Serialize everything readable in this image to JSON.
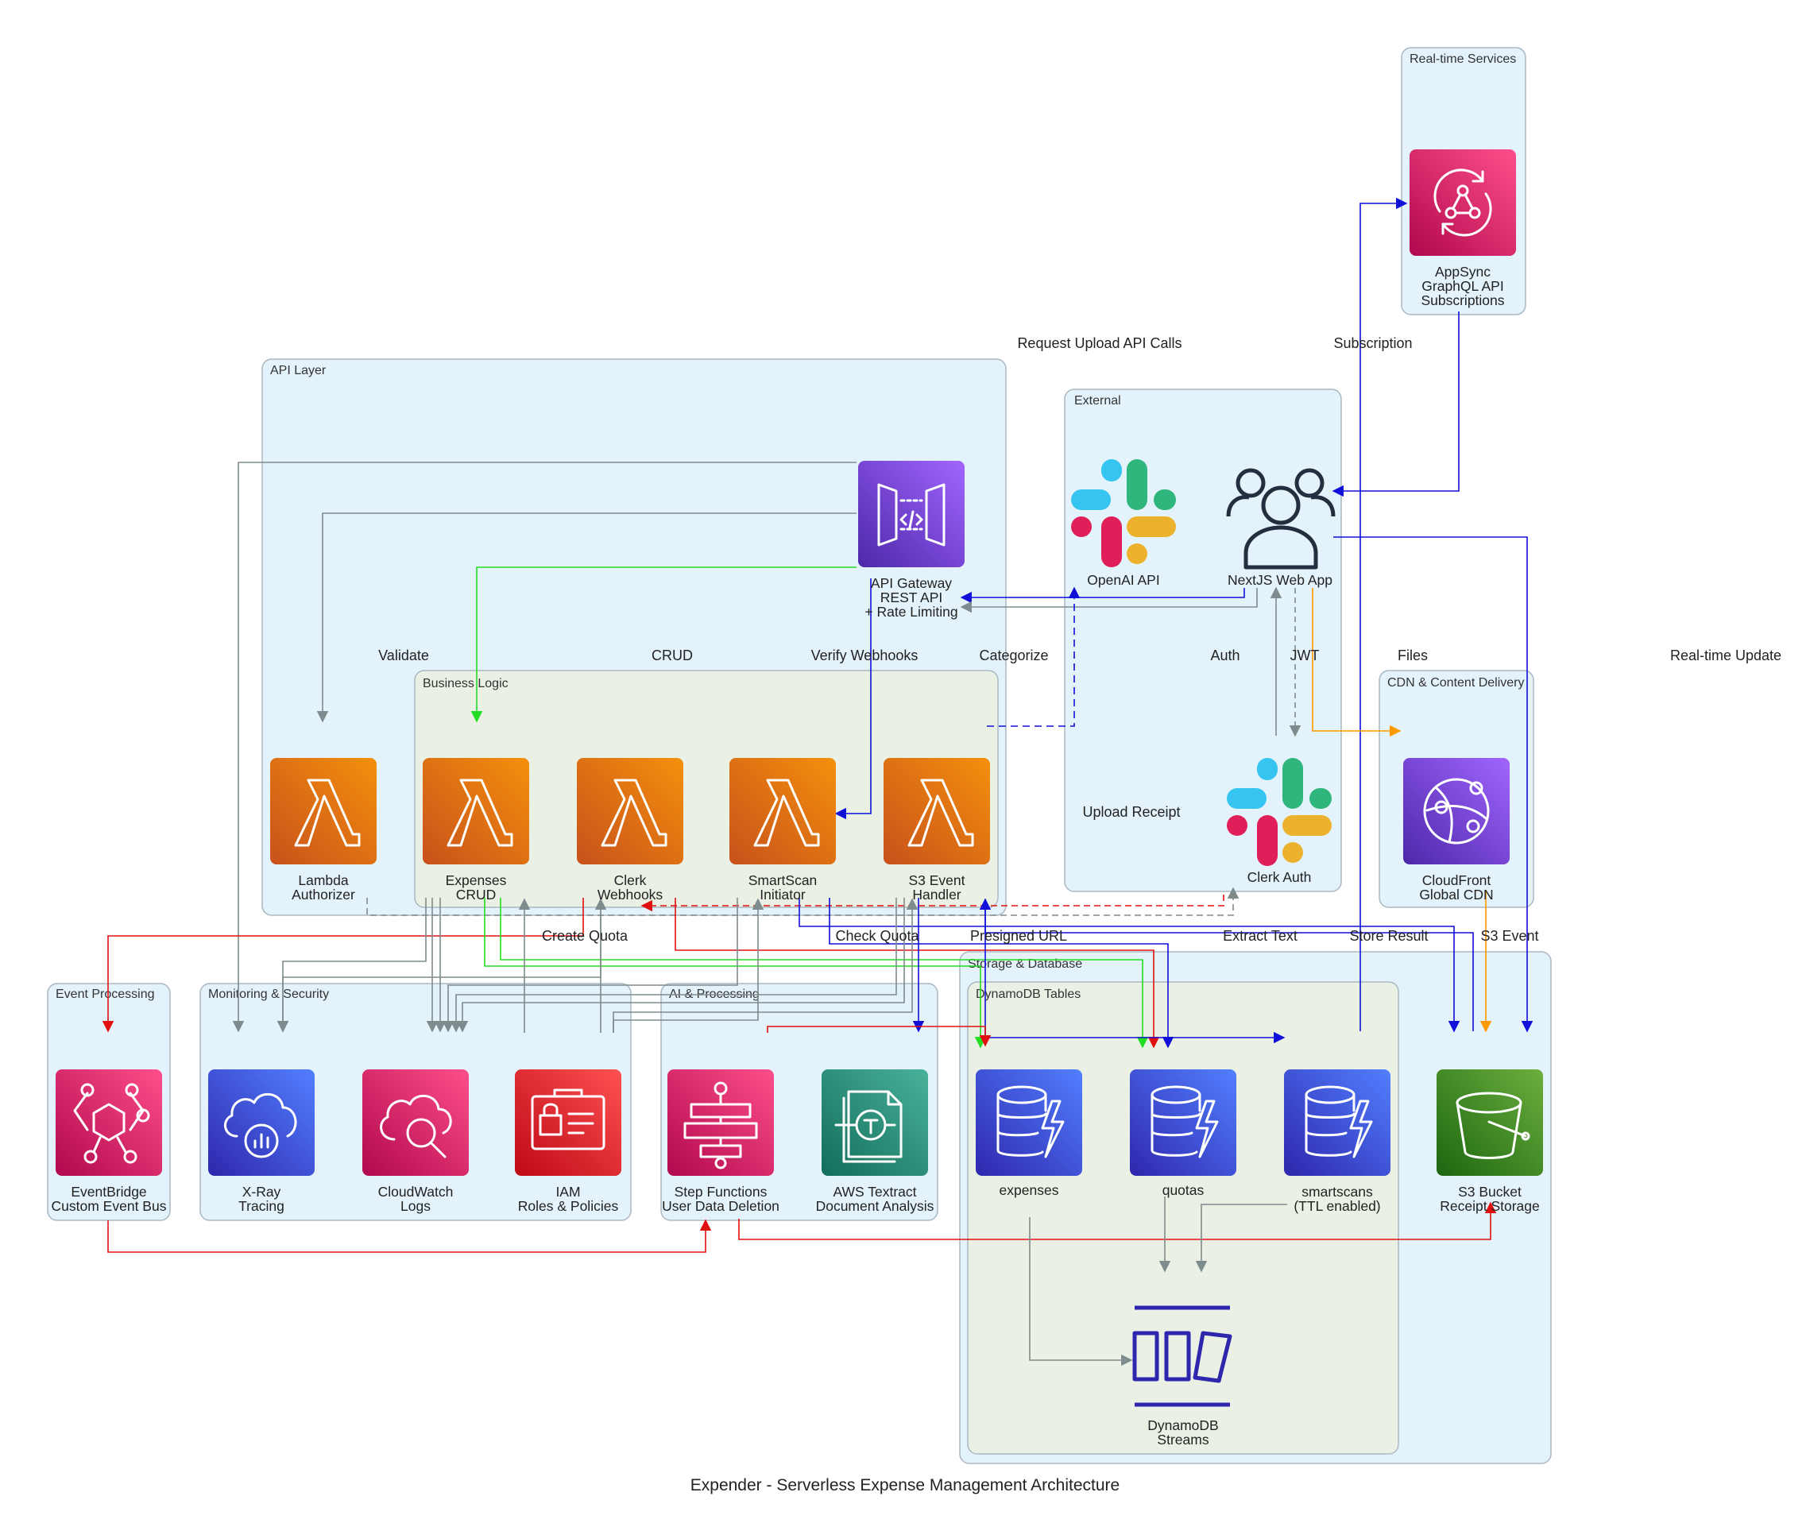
{
  "title": "Expender - Serverless Expense Management Architecture",
  "clusters": {
    "realtime": "Real-time Services",
    "api": "API Layer",
    "external": "External",
    "business": "Business Logic",
    "cdn": "CDN & Content Delivery",
    "event": "Event Processing",
    "monitoring": "Monitoring & Security",
    "ai": "AI & Processing",
    "storage": "Storage & Database",
    "dynamo": "DynamoDB Tables"
  },
  "nodes": {
    "appsync": [
      "AppSync",
      "GraphQL API",
      "Subscriptions"
    ],
    "apigw": [
      "API Gateway",
      "REST API",
      "+ Rate Limiting"
    ],
    "openai": [
      "OpenAI API"
    ],
    "nextjs": [
      "NextJS Web App"
    ],
    "authorizer": [
      "Lambda",
      "Authorizer"
    ],
    "expenses_crud": [
      "Expenses",
      "CRUD"
    ],
    "clerk_webhooks": [
      "Clerk",
      "Webhooks"
    ],
    "smartscan_init": [
      "SmartScan",
      "Initiator"
    ],
    "s3_handler": [
      "S3 Event",
      "Handler"
    ],
    "clerk_auth": [
      "Clerk Auth"
    ],
    "cloudfront": [
      "CloudFront",
      "Global CDN"
    ],
    "eventbridge": [
      "EventBridge",
      "Custom Event Bus"
    ],
    "xray": [
      "X-Ray",
      "Tracing"
    ],
    "cloudwatch": [
      "CloudWatch",
      "Logs"
    ],
    "iam": [
      "IAM",
      "Roles & Policies"
    ],
    "stepfunctions": [
      "Step Functions",
      "User Data Deletion"
    ],
    "textract": [
      "AWS Textract",
      "Document Analysis"
    ],
    "expenses_table": [
      "expenses"
    ],
    "quotas_table": [
      "quotas"
    ],
    "smartscans_table": [
      "smartscans",
      "(TTL enabled)"
    ],
    "s3bucket": [
      "S3 Bucket",
      "Receipt Storage"
    ],
    "streams": [
      "DynamoDB",
      "Streams"
    ]
  },
  "edge_labels": {
    "request_upload": "Request Upload  API Calls",
    "subscription": "Subscription",
    "validate": "Validate",
    "crud": "CRUD",
    "verify_webhooks": "Verify  Webhooks",
    "categorize": "Categorize",
    "auth": "Auth",
    "jwt": "JWT",
    "files": "Files",
    "realtime_update": "Real-time Update",
    "upload_receipt": "Upload Receipt",
    "create_quota": "Create Quota",
    "check_quota": "Check Quota",
    "presigned_url": "Presigned URL",
    "extract_text": "Extract Text",
    "store_result": "Store Result",
    "s3_event": "S3 Event"
  },
  "colors": {
    "edge_blue": "#1010d8",
    "edge_gray": "#7f8c8d",
    "edge_green": "#22dd22",
    "edge_red": "#e01010",
    "edge_orange": "#ff9900",
    "lambda_orange": "#e8700f",
    "purple": "#6e40d8",
    "pink": "#d6245c",
    "blue_service": "#3f4fd6",
    "red_service": "#d42a2a",
    "teal": "#1d8a6e",
    "green": "#3b8a23",
    "dark_navy": "#2b2f8f"
  }
}
